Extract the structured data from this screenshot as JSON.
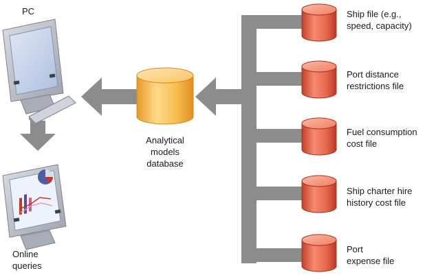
{
  "pc": {
    "label": "PC"
  },
  "online": {
    "label": "Online\nqueries"
  },
  "database": {
    "label": "Analytical\nmodels\ndatabase"
  },
  "files": [
    {
      "label": "Ship file (e.g.,\nspeed, capacity)"
    },
    {
      "label": "Port distance\nrestrictions file"
    },
    {
      "label": "Fuel consumption\ncost file"
    },
    {
      "label": "Ship charter hire\nhistory cost file"
    },
    {
      "label": "Port\nexpense file"
    }
  ],
  "colors": {
    "connector": "#8c8c8c",
    "file_cylinder": "#e8684f",
    "database_cylinder": "#f7b84b",
    "monitor_frame": "#b8bcc6",
    "screen": "#c8d4ec"
  },
  "icons": [
    "pc-icon",
    "monitor-chart-icon",
    "database-cylinder-icon",
    "file-cylinder-icon"
  ]
}
